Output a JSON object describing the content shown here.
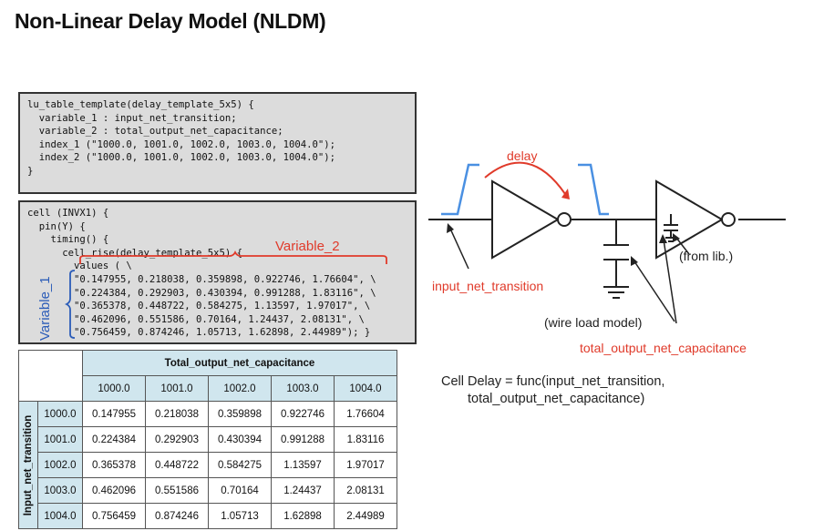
{
  "title": "Non-Linear Delay Model (NLDM)",
  "template_code": [
    "lu_table_template(delay_template_5x5) {",
    "  variable_1 : input_net_transition;",
    "  variable_2 : total_output_net_capacitance;",
    "  index_1 (\"1000.0, 1001.0, 1002.0, 1003.0, 1004.0\");",
    "  index_2 (\"1000.0, 1001.0, 1002.0, 1003.0, 1004.0\");",
    "}"
  ],
  "cell_code": [
    "cell (INVX1) {",
    "  pin(Y) {",
    "    timing() {",
    "      cell_rise(delay_template_5x5) {",
    "        values ( \\",
    "        \"0.147955, 0.218038, 0.359898, 0.922746, 1.76604\", \\",
    "        \"0.224384, 0.292903, 0.430394, 0.991288, 1.83116\", \\",
    "        \"0.365378, 0.448722, 0.584275, 1.13597, 1.97017\", \\",
    "        \"0.462096, 0.551586, 0.70164, 1.24437, 2.08131\", \\",
    "        \"0.756459, 0.874246, 1.05713, 1.62898, 2.44989\"); }"
  ],
  "variable_1_label": "Variable_1",
  "variable_2_label": "Variable_2",
  "table": {
    "column_title": "Total_output_net_capacitance",
    "row_title": "Input_net_transition",
    "columns": [
      "1000.0",
      "1001.0",
      "1002.0",
      "1003.0",
      "1004.0"
    ],
    "rows": [
      {
        "index": "1000.0",
        "values": [
          "0.147955",
          "0.218038",
          "0.359898",
          "0.922746",
          "1.76604"
        ]
      },
      {
        "index": "1001.0",
        "values": [
          "0.224384",
          "0.292903",
          "0.430394",
          "0.991288",
          "1.83116"
        ]
      },
      {
        "index": "1002.0",
        "values": [
          "0.365378",
          "0.448722",
          "0.584275",
          "1.13597",
          "1.97017"
        ]
      },
      {
        "index": "1003.0",
        "values": [
          "0.462096",
          "0.551586",
          "0.70164",
          "1.24437",
          "2.08131"
        ]
      },
      {
        "index": "1004.0",
        "values": [
          "0.756459",
          "0.874246",
          "1.05713",
          "1.62898",
          "2.44989"
        ]
      }
    ]
  },
  "diagram": {
    "delay_label": "delay",
    "from_lib_label": "(from lib.)",
    "input_net_transition_label": "input_net_transition",
    "wire_load_label": "(wire load model)",
    "total_cap_label": "total_output_net_capacitance"
  },
  "formula": {
    "line1": "Cell Delay = func(input_net_transition,",
    "line2": "total_output_net_capacitance)"
  },
  "colors": {
    "accent_red": "#e03a2a",
    "accent_blue": "#2b5cb8",
    "waveform_blue": "#4a90e2",
    "table_header": "#d0e6ee",
    "code_bg": "#dcdcdc"
  }
}
